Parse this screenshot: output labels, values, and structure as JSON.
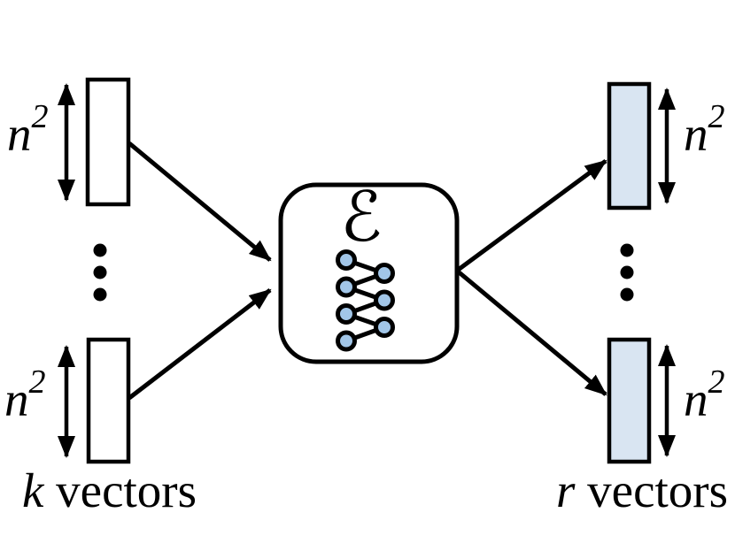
{
  "colors": {
    "background": "#ffffff",
    "input_vector_fill": "#ffffff",
    "output_vector_fill": "#d9e5f2",
    "network_node_fill": "#a2c6e8",
    "stroke": "#000000"
  },
  "encoder": {
    "symbol": "ℰ"
  },
  "left_stack": {
    "top_dim": {
      "base": "n",
      "exp": "2"
    },
    "bottom_dim": {
      "base": "n",
      "exp": "2"
    },
    "caption_var": "k",
    "caption_word": " vectors"
  },
  "right_stack": {
    "top_dim": {
      "base": "n",
      "exp": "2"
    },
    "bottom_dim": {
      "base": "n",
      "exp": "2"
    },
    "caption_var": "r",
    "caption_word": " vectors"
  }
}
